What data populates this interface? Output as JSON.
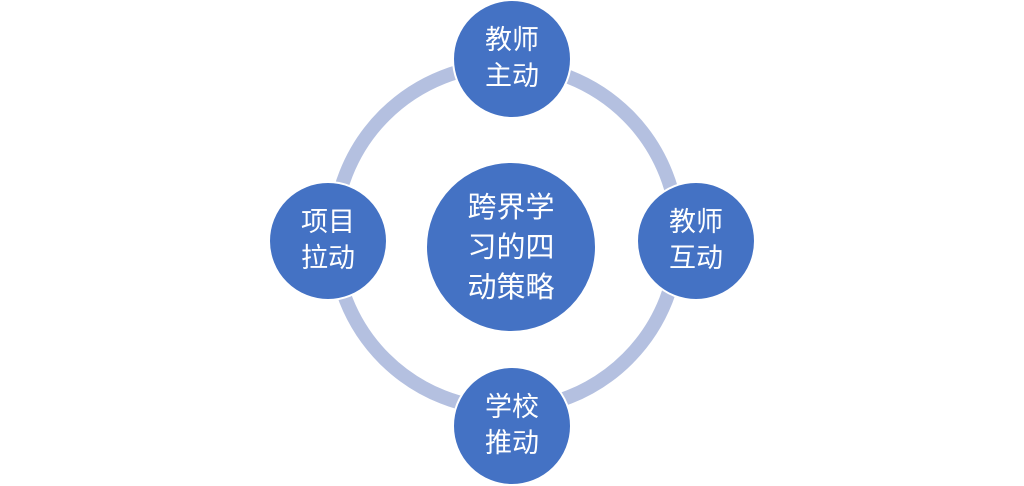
{
  "diagram": {
    "center": {
      "lines": [
        "跨界学",
        "习的四",
        "动策略"
      ]
    },
    "top": {
      "lines": [
        "教师",
        "主动"
      ]
    },
    "right": {
      "lines": [
        "教师",
        "互动"
      ]
    },
    "bottom": {
      "lines": [
        "学校",
        "推动"
      ]
    },
    "left": {
      "lines": [
        "项目",
        "拉动"
      ]
    }
  },
  "colors": {
    "node_fill": "#4472c4",
    "ring": "#b4c0e0",
    "text": "#ffffff"
  }
}
